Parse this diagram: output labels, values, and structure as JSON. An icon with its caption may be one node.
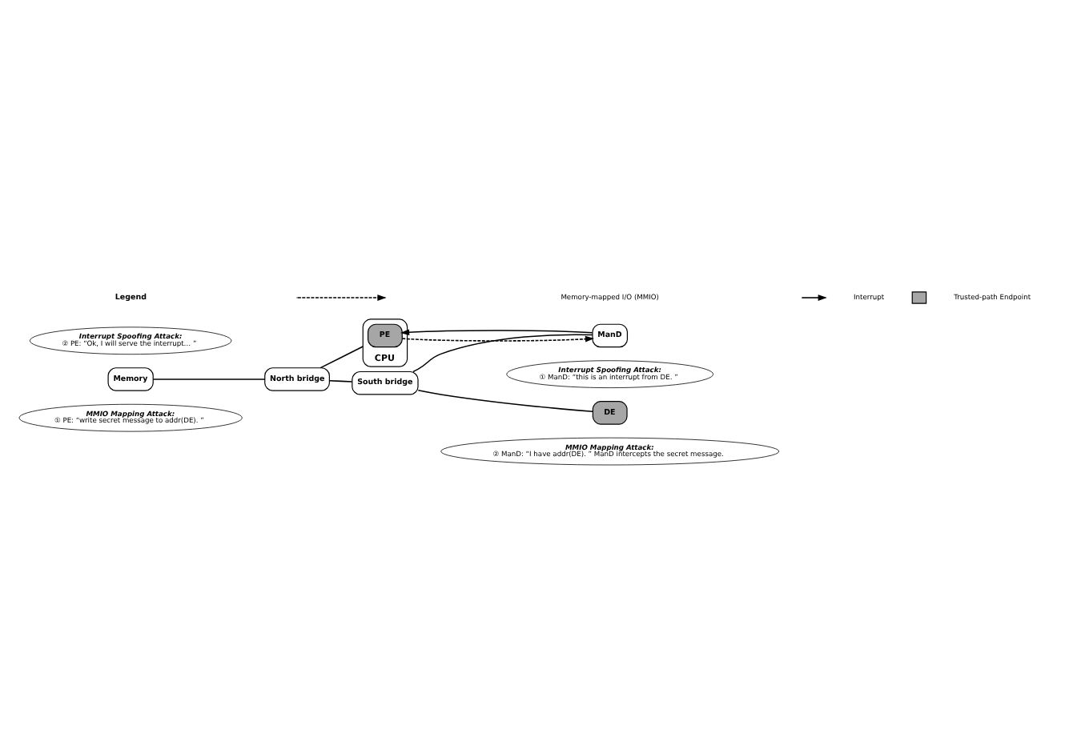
{
  "diagram": {
    "nodes": [
      {
        "text": [
          "Interrupt Spoofing Attack:",
          "② PE: “Ok, I will serve the interrupt… ”"
        ]
      },
      {
        "text": [
          "Interrupt Spoofing Attack:",
          "① ManD: “this is an interrupt from DE. ”"
        ]
      },
      {
        "text": [
          "Memory"
        ]
      },
      {
        "text": [
          "CPU"
        ]
      },
      {
        "text": [
          "PE"
        ],
        "in": 3
      },
      {
        "text": [
          "North bridge"
        ]
      },
      {
        "text": [
          "South bridge"
        ]
      },
      {
        "text": [
          "ManD"
        ]
      },
      {
        "text": [
          "DE"
        ]
      },
      {
        "text": [
          "MMIO Mapping Attack:",
          "① PE: “write secret message to addr(DE). ”"
        ]
      },
      {
        "text": [
          "MMIO Mapping Attack:",
          "② ManD: “I have addr(DE). ” ManD intercepts the secret message."
        ]
      }
    ],
    "edges": [
      {
        "from": 3,
        "to": 5,
        "arrow": "none"
      },
      {
        "from": 2,
        "to": 5,
        "arrow": "none"
      },
      {
        "from": 5,
        "to": 6,
        "arrow": "none"
      },
      {
        "from": 6,
        "to": 7,
        "arrow": "none"
      },
      {
        "from": 6,
        "to": 8,
        "arrow": "none"
      },
      {
        "from": 7,
        "to": 4,
        "arrow": "to"
      },
      {
        "from": 4,
        "to": 7,
        "arrow": "to",
        "style": "dashed"
      }
    ],
    "labels": [
      "Legend"
    ],
    "legend": [
      {
        "text": "Memory-mapped I/O (MMIO)"
      },
      {
        "text": "Interrupt"
      },
      {
        "text": "Trusted-path Endpoint",
        "color": "#a6a6a6"
      }
    ]
  }
}
